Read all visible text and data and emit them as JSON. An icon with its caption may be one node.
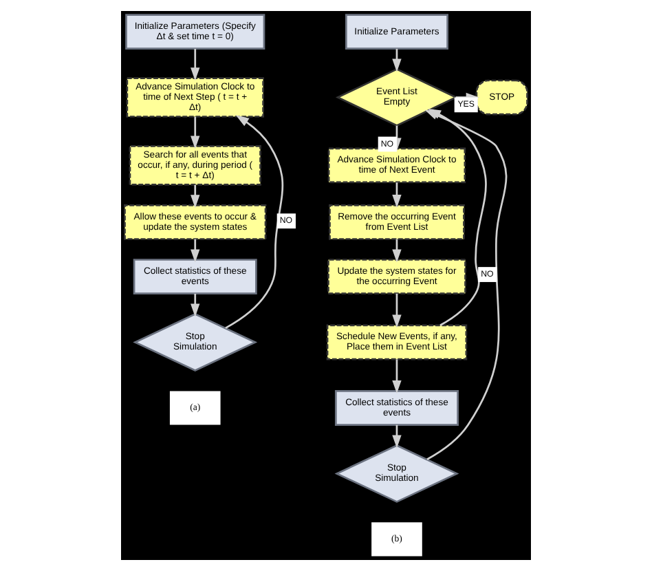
{
  "diagram": {
    "nodes": [
      {
        "text": [
          "Initialize Parameters (Specify Δt & set time t = 0)"
        ]
      },
      {
        "text": [
          "Advance Simulation Clock to time of Next Step ( t = t + Δt)"
        ]
      },
      {
        "text": [
          "Search for all events that occur, if any, during period ( t = t + Δt)"
        ]
      },
      {
        "text": [
          "Allow these events to occur & update the system states"
        ]
      },
      {
        "text": [
          "Collect statistics of these events"
        ]
      },
      {
        "text": [
          "Stop Simulation"
        ]
      },
      {
        "text": [
          "Initialize Parameters"
        ]
      },
      {
        "text": [
          "Event List Empty"
        ]
      },
      {
        "text": [
          "STOP"
        ]
      },
      {
        "text": [
          "Advance Simulation Clock to time of Next Event"
        ]
      },
      {
        "text": [
          "Remove the occurring Event from Event List"
        ]
      },
      {
        "text": [
          "Update the system states for the occurring Event"
        ]
      },
      {
        "text": [
          "Schedule New Events, if any, Place them in Event List"
        ]
      },
      {
        "text": [
          "Collect statistics of these events"
        ]
      },
      {
        "text": [
          "Stop Simulation"
        ]
      }
    ],
    "edges": [
      {
        "from": 0,
        "to": 1,
        "arrow": "to"
      },
      {
        "from": 1,
        "to": 2,
        "arrow": "to"
      },
      {
        "from": 2,
        "to": 3,
        "arrow": "to"
      },
      {
        "from": 3,
        "to": 4,
        "arrow": "to"
      },
      {
        "from": 4,
        "to": 5,
        "arrow": "to"
      },
      {
        "from": 5,
        "to": 1,
        "label": "NO",
        "arrow": "to"
      },
      {
        "from": 6,
        "to": 7,
        "arrow": "to"
      },
      {
        "from": 7,
        "to": 8,
        "label": "YES",
        "arrow": "to"
      },
      {
        "from": 7,
        "to": 9,
        "label": "NO",
        "arrow": "to"
      },
      {
        "from": 9,
        "to": 10,
        "arrow": "to"
      },
      {
        "from": 10,
        "to": 11,
        "arrow": "to"
      },
      {
        "from": 11,
        "to": 12,
        "arrow": "to"
      },
      {
        "from": 12,
        "to": 7,
        "arrow": "to"
      },
      {
        "from": 12,
        "to": 13,
        "arrow": "to"
      },
      {
        "from": 13,
        "to": 14,
        "arrow": "to"
      },
      {
        "from": 14,
        "to": 7,
        "label": "NO",
        "arrow": "to"
      }
    ],
    "labels": [
      "(a)",
      "(b)"
    ]
  }
}
